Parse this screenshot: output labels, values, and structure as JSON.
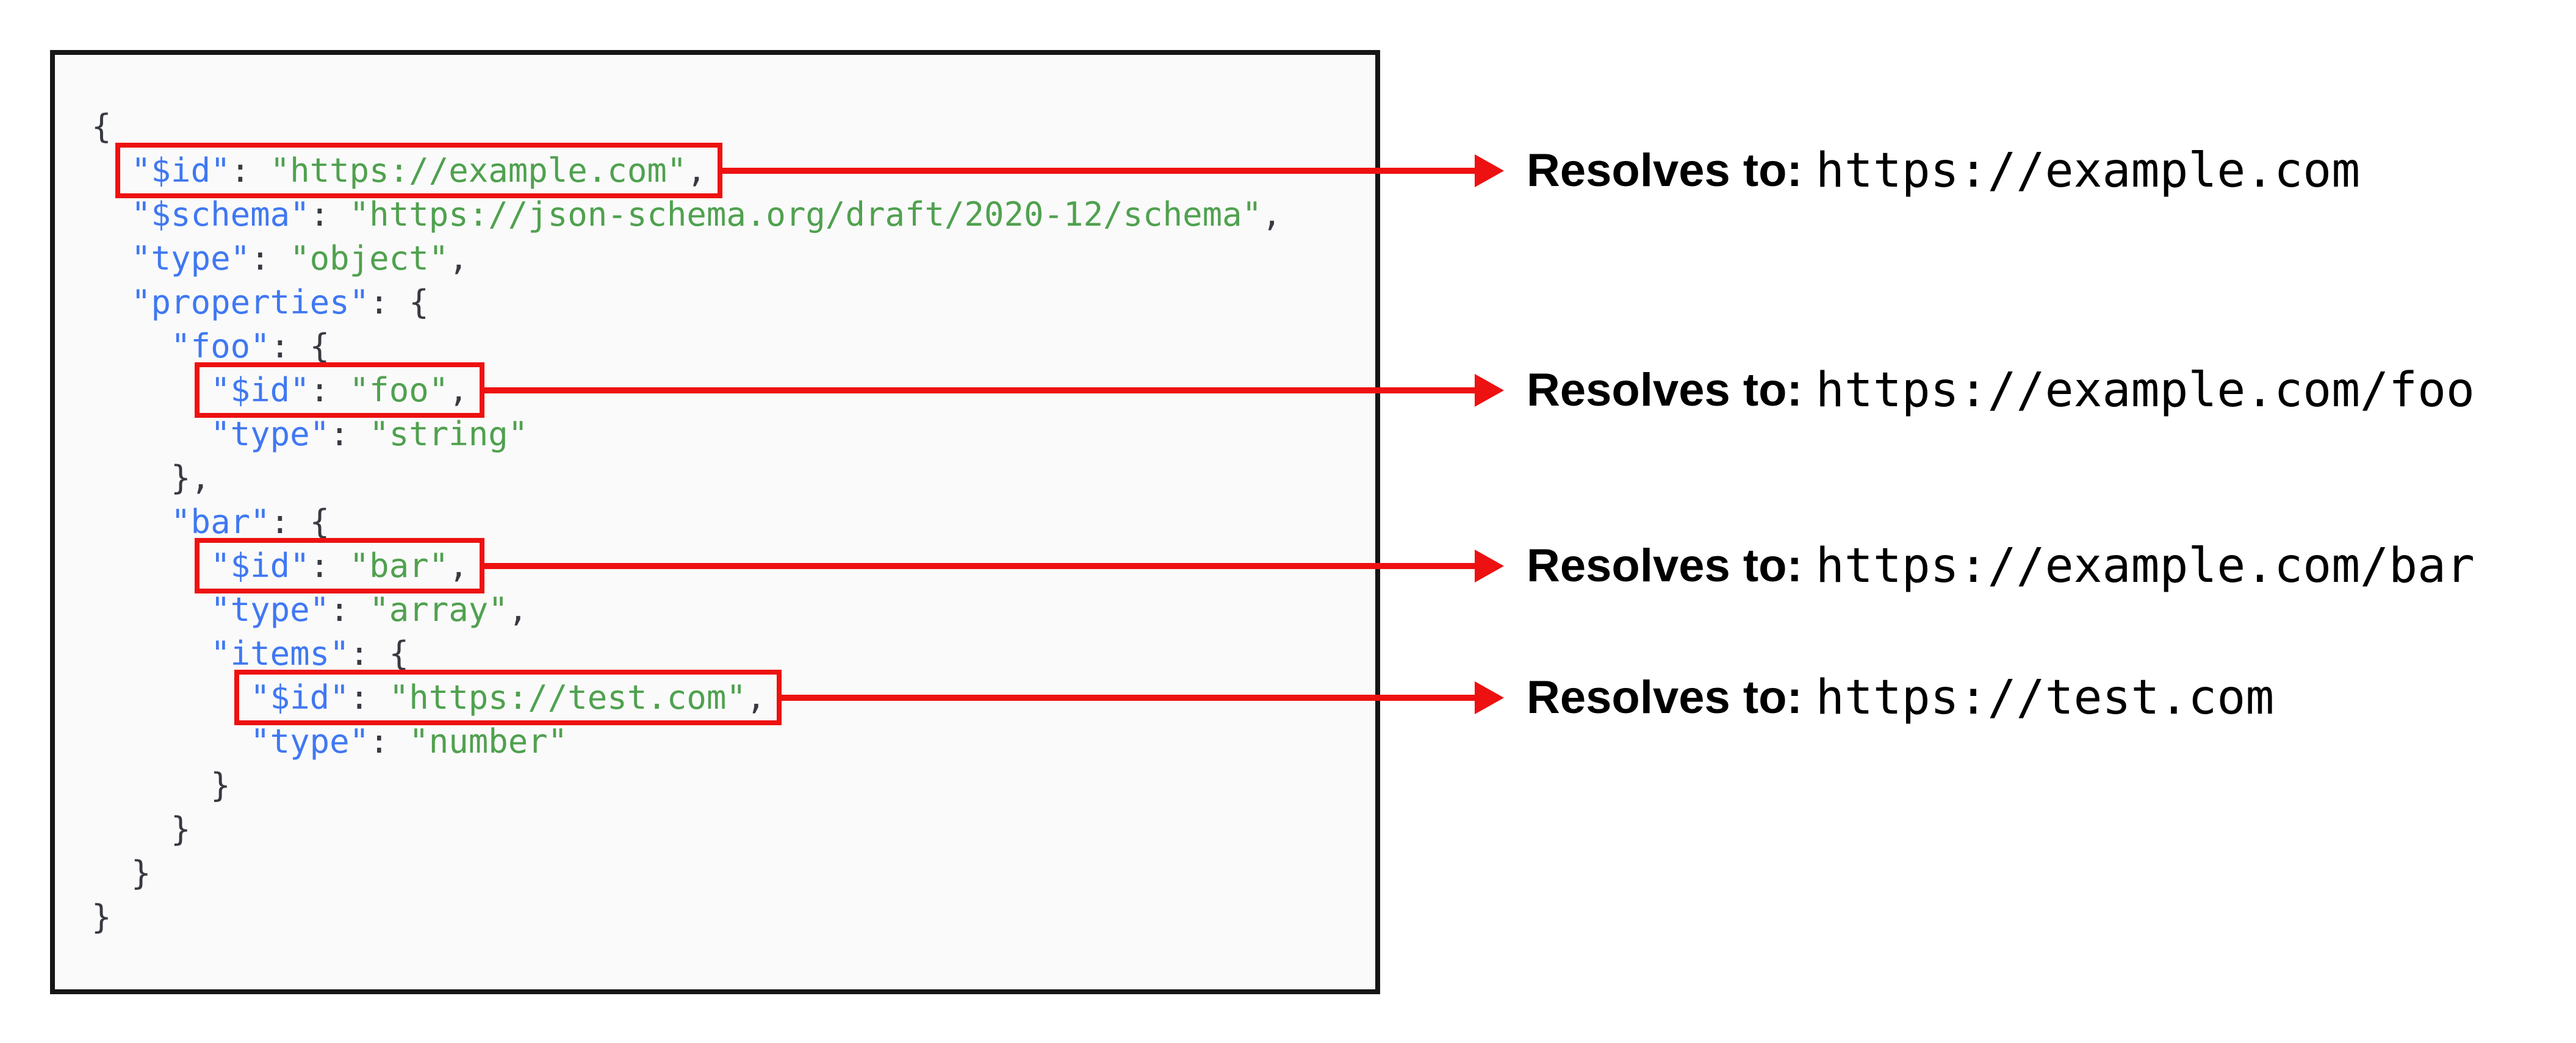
{
  "colors": {
    "accent_red": "#ee1111",
    "syntax_key_blue": "#4078f2",
    "syntax_string_green": "#50a14f",
    "syntax_punct_dark": "#383a42",
    "panel_background": "#fafafa",
    "panel_border": "#161616"
  },
  "code": {
    "lines": [
      {
        "indent": "",
        "boxed": false,
        "tokens": [
          {
            "c": "p",
            "v": "{"
          }
        ]
      },
      {
        "indent": "  ",
        "boxed": true,
        "tokens": [
          {
            "c": "k",
            "v": "\"$id\""
          },
          {
            "c": "p",
            "v": ": "
          },
          {
            "c": "s",
            "v": "\"https://example.com\""
          },
          {
            "c": "p",
            "v": ","
          }
        ]
      },
      {
        "indent": "  ",
        "boxed": false,
        "tokens": [
          {
            "c": "k",
            "v": "\"$schema\""
          },
          {
            "c": "p",
            "v": ": "
          },
          {
            "c": "s",
            "v": "\"https://json-schema.org/draft/2020-12/schema\""
          },
          {
            "c": "p",
            "v": ","
          }
        ]
      },
      {
        "indent": "  ",
        "boxed": false,
        "tokens": [
          {
            "c": "k",
            "v": "\"type\""
          },
          {
            "c": "p",
            "v": ": "
          },
          {
            "c": "s",
            "v": "\"object\""
          },
          {
            "c": "p",
            "v": ","
          }
        ]
      },
      {
        "indent": "  ",
        "boxed": false,
        "tokens": [
          {
            "c": "k",
            "v": "\"properties\""
          },
          {
            "c": "p",
            "v": ": {"
          }
        ]
      },
      {
        "indent": "    ",
        "boxed": false,
        "tokens": [
          {
            "c": "k",
            "v": "\"foo\""
          },
          {
            "c": "p",
            "v": ": {"
          }
        ]
      },
      {
        "indent": "      ",
        "boxed": true,
        "tokens": [
          {
            "c": "k",
            "v": "\"$id\""
          },
          {
            "c": "p",
            "v": ": "
          },
          {
            "c": "s",
            "v": "\"foo\""
          },
          {
            "c": "p",
            "v": ","
          }
        ]
      },
      {
        "indent": "      ",
        "boxed": false,
        "tokens": [
          {
            "c": "k",
            "v": "\"type\""
          },
          {
            "c": "p",
            "v": ": "
          },
          {
            "c": "s",
            "v": "\"string\""
          }
        ]
      },
      {
        "indent": "    ",
        "boxed": false,
        "tokens": [
          {
            "c": "p",
            "v": "},"
          }
        ]
      },
      {
        "indent": "    ",
        "boxed": false,
        "tokens": [
          {
            "c": "k",
            "v": "\"bar\""
          },
          {
            "c": "p",
            "v": ": {"
          }
        ]
      },
      {
        "indent": "      ",
        "boxed": true,
        "tokens": [
          {
            "c": "k",
            "v": "\"$id\""
          },
          {
            "c": "p",
            "v": ": "
          },
          {
            "c": "s",
            "v": "\"bar\""
          },
          {
            "c": "p",
            "v": ","
          }
        ]
      },
      {
        "indent": "      ",
        "boxed": false,
        "tokens": [
          {
            "c": "k",
            "v": "\"type\""
          },
          {
            "c": "p",
            "v": ": "
          },
          {
            "c": "s",
            "v": "\"array\""
          },
          {
            "c": "p",
            "v": ","
          }
        ]
      },
      {
        "indent": "      ",
        "boxed": false,
        "tokens": [
          {
            "c": "k",
            "v": "\"items\""
          },
          {
            "c": "p",
            "v": ": {"
          }
        ]
      },
      {
        "indent": "        ",
        "boxed": true,
        "tokens": [
          {
            "c": "k",
            "v": "\"$id\""
          },
          {
            "c": "p",
            "v": ": "
          },
          {
            "c": "s",
            "v": "\"https://test.com\""
          },
          {
            "c": "p",
            "v": ","
          }
        ]
      },
      {
        "indent": "        ",
        "boxed": false,
        "tokens": [
          {
            "c": "k",
            "v": "\"type\""
          },
          {
            "c": "p",
            "v": ": "
          },
          {
            "c": "s",
            "v": "\"number\""
          }
        ]
      },
      {
        "indent": "      ",
        "boxed": false,
        "tokens": [
          {
            "c": "p",
            "v": "}"
          }
        ]
      },
      {
        "indent": "    ",
        "boxed": false,
        "tokens": [
          {
            "c": "p",
            "v": "}"
          }
        ]
      },
      {
        "indent": "  ",
        "boxed": false,
        "tokens": [
          {
            "c": "p",
            "v": "}"
          }
        ]
      },
      {
        "indent": "",
        "boxed": false,
        "tokens": [
          {
            "c": "p",
            "v": "}"
          }
        ]
      }
    ]
  },
  "annotations": [
    {
      "label": "Resolves to:",
      "value": "https://example.com"
    },
    {
      "label": "Resolves to:",
      "value": "https://example.com/foo"
    },
    {
      "label": "Resolves to:",
      "value": "https://example.com/bar"
    },
    {
      "label": "Resolves to:",
      "value": "https://test.com"
    }
  ]
}
